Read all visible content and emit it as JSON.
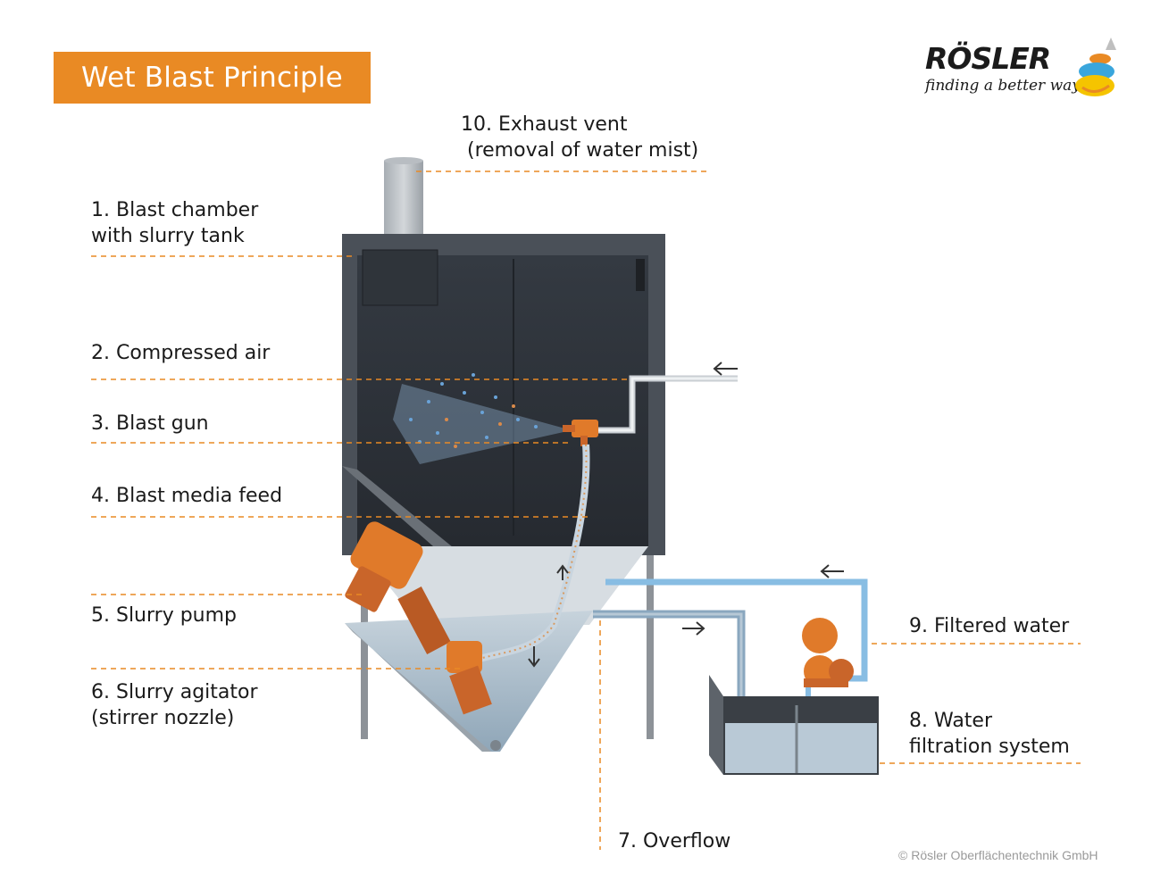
{
  "title": "Wet Blast Principle",
  "brand": {
    "name": "RÖSLER",
    "tagline": "finding a better way ...",
    "mark_colors": [
      "#f5c400",
      "#3aa6dc",
      "#e98a24",
      "#bfbfbf"
    ]
  },
  "labels": {
    "exhaust_vent": "10. Exhaust vent\n (removal of water mist)",
    "blast_chamber": "1. Blast chamber\nwith slurry tank",
    "compressed_air": "2. Compressed air",
    "blast_gun": "3. Blast gun",
    "blast_media_feed": "4. Blast media feed",
    "slurry_pump": "5. Slurry pump",
    "slurry_agitator": "6. Slurry agitator\n(stirrer nozzle)",
    "overflow": "7. Overflow",
    "water_filtration": "8. Water\nfiltration system",
    "filtered_water": "9. Filtered water"
  },
  "copyright": "© Rösler Oberflächentechnik GmbH",
  "colors": {
    "accent": "#e98a24",
    "leader": "#e98a24",
    "water": "#88bde3",
    "chamber": "#3c424a"
  }
}
